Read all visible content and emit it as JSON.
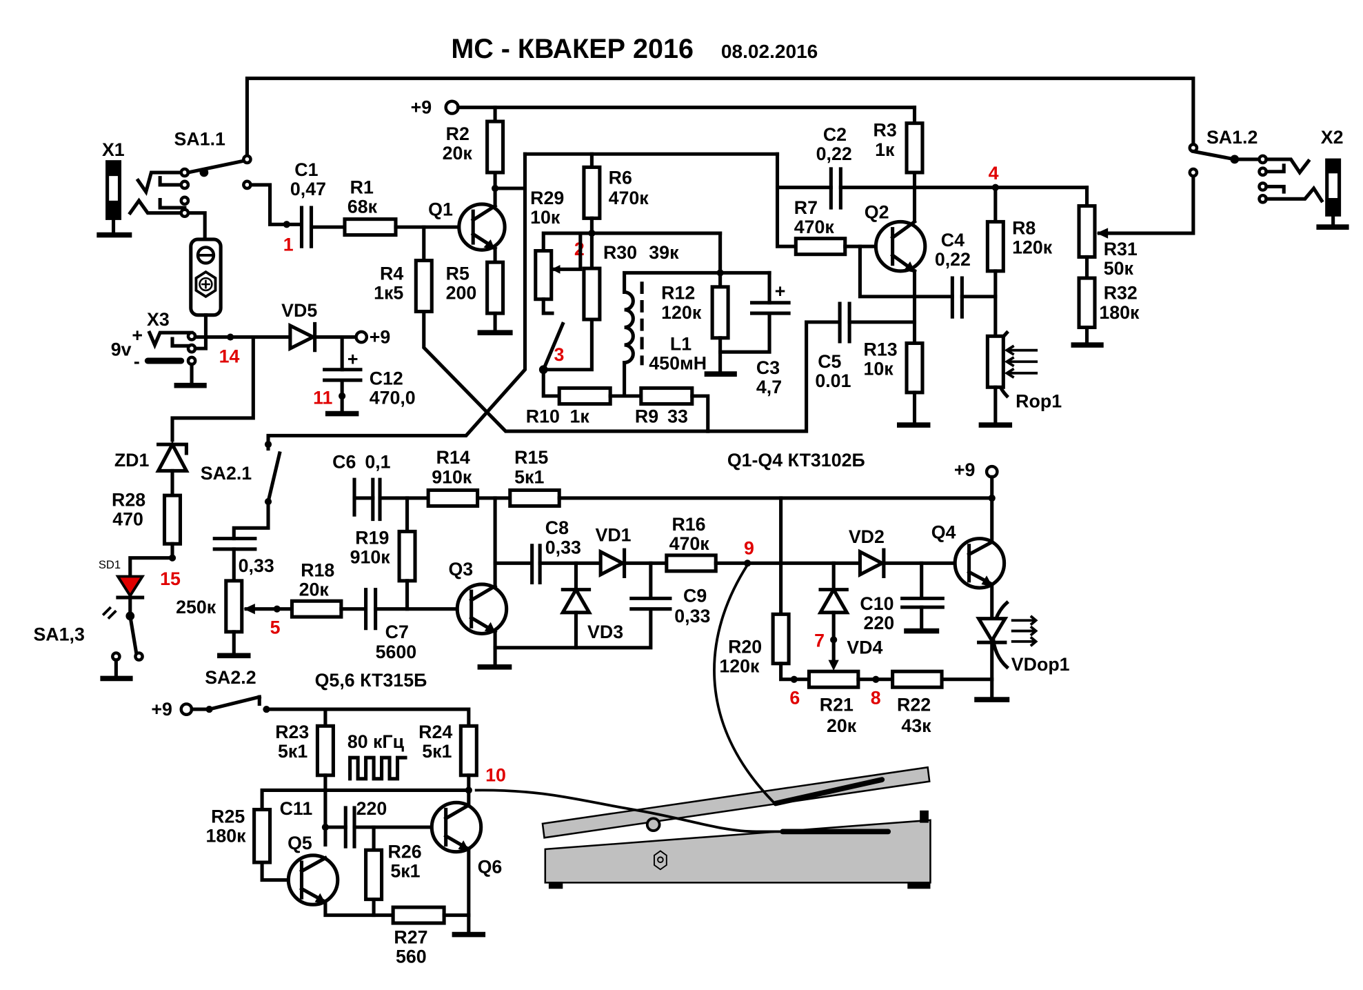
{
  "title": "МС - КВАКЕР 2016",
  "date": "08.02.2016",
  "notes": {
    "q1_q4_type": "Q1-Q4 КТ3102Б",
    "q5_q6_type": "Q5,6  КТ315Б",
    "oscillator_freq": "80 кГц"
  },
  "supply": {
    "plus9": "+9",
    "battery_label": "9v",
    "plus": "+",
    "minus": "-"
  },
  "connectors": {
    "x1": "X1",
    "x2": "X2",
    "x3": "X3"
  },
  "switches": {
    "sa1_1": "SA1.1",
    "sa1_2": "SA1.2",
    "sa1_3": "SA1,3",
    "sa2_1": "SA2.1",
    "sa2_2": "SA2.2"
  },
  "resistors": {
    "r1": {
      "ref": "R1",
      "value": "68к"
    },
    "r2": {
      "ref": "R2",
      "value": "20к"
    },
    "r3": {
      "ref": "R3",
      "value": "1к"
    },
    "r4": {
      "ref": "R4",
      "value": "1к5"
    },
    "r5": {
      "ref": "R5",
      "value": "200"
    },
    "r6": {
      "ref": "R6",
      "value": "470к"
    },
    "r7": {
      "ref": "R7",
      "value": "470к"
    },
    "r8": {
      "ref": "R8",
      "value": "120к"
    },
    "r9": {
      "ref": "R9",
      "value": "33"
    },
    "r10": {
      "ref": "R10",
      "value": "1к"
    },
    "r12": {
      "ref": "R12",
      "value": "120к"
    },
    "r13": {
      "ref": "R13",
      "value": "10к"
    },
    "r14": {
      "ref": "R14",
      "value": "910к"
    },
    "r15": {
      "ref": "R15",
      "value": "5к1"
    },
    "r16": {
      "ref": "R16",
      "value": "470к"
    },
    "r18": {
      "ref": "R18",
      "value": "20к"
    },
    "r19": {
      "ref": "R19",
      "value": "910к"
    },
    "r20": {
      "ref": "R20",
      "value": "120к"
    },
    "r21": {
      "ref": "R21",
      "value": "20к"
    },
    "r22": {
      "ref": "R22",
      "value": "43к"
    },
    "r23": {
      "ref": "R23",
      "value": "5к1"
    },
    "r24": {
      "ref": "R24",
      "value": "5к1"
    },
    "r25": {
      "ref": "R25",
      "value": "180к"
    },
    "r26": {
      "ref": "R26",
      "value": "5к1"
    },
    "r27": {
      "ref": "R27",
      "value": "560"
    },
    "r28": {
      "ref": "R28",
      "value": "470"
    },
    "r29": {
      "ref": "R29",
      "value": "10к"
    },
    "r30": {
      "ref": "R30",
      "value": "39к"
    },
    "r31": {
      "ref": "R31",
      "value": "50к"
    },
    "r32": {
      "ref": "R32",
      "value": "180к"
    },
    "sa2_pot": {
      "value": "250к"
    },
    "rop1": {
      "ref": "Rop1"
    }
  },
  "capacitors": {
    "c1": {
      "ref": "C1",
      "value": "0,47"
    },
    "c2": {
      "ref": "C2",
      "value": "0,22"
    },
    "c3": {
      "ref": "C3",
      "value": "4,7"
    },
    "c4": {
      "ref": "C4",
      "value": "0,22"
    },
    "c5": {
      "ref": "C5",
      "value": "0.01"
    },
    "c6": {
      "ref": "C6",
      "value": "0,1"
    },
    "c7": {
      "ref": "C7",
      "value": "5600"
    },
    "c8": {
      "ref": "C8",
      "value": "0,33"
    },
    "c9": {
      "ref": "C9",
      "value": "0,33"
    },
    "c10": {
      "ref": "C10",
      "value": "220"
    },
    "c11": {
      "ref": "C11",
      "value": "220"
    },
    "c12": {
      "ref": "C12",
      "value": "470,0"
    },
    "sa2_cap": {
      "value": "0,33"
    }
  },
  "inductors": {
    "l1": {
      "ref": "L1",
      "value": "450мН"
    }
  },
  "semiconductors": {
    "q1": "Q1",
    "q2": "Q2",
    "q3": "Q3",
    "q4": "Q4",
    "q5": "Q5",
    "q6": "Q6",
    "vd1": "VD1",
    "vd2": "VD2",
    "vd3": "VD3",
    "vd4": "VD4",
    "vd5": "VD5",
    "zd1": "ZD1",
    "sd1": "SD1",
    "vdop1": "VDop1"
  },
  "nodes": [
    "1",
    "2",
    "3",
    "4",
    "5",
    "6",
    "7",
    "8",
    "9",
    "10",
    "11",
    "14",
    "15"
  ],
  "colors": {
    "node_label": "#e00000",
    "led_fill": "#e00000",
    "pedal_fill": "#c0c0c0",
    "ink": "#000000"
  }
}
